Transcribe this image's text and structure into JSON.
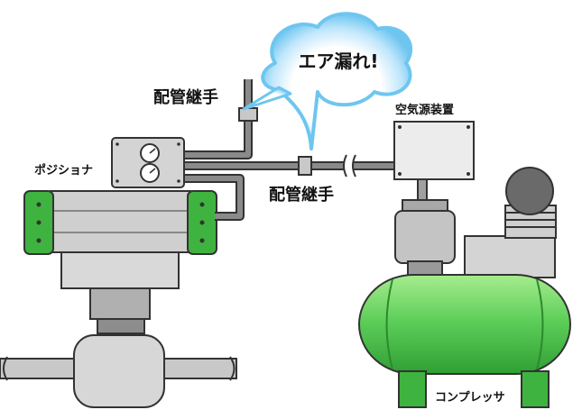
{
  "labels": {
    "joint_top": "配管継手",
    "joint_mid": "配管継手",
    "positioner": "ポジショナ",
    "air_leak": "エア漏れ!",
    "air_unit": "空気源装置",
    "compressor": "コンプレッサ"
  },
  "colors": {
    "green": "#3fb33f",
    "pipe_gray": "#7d7d7d",
    "cloud_blue": "#6ec6f0",
    "tank_green": "#6cd46c"
  },
  "icons": [
    "gauge-icon"
  ]
}
